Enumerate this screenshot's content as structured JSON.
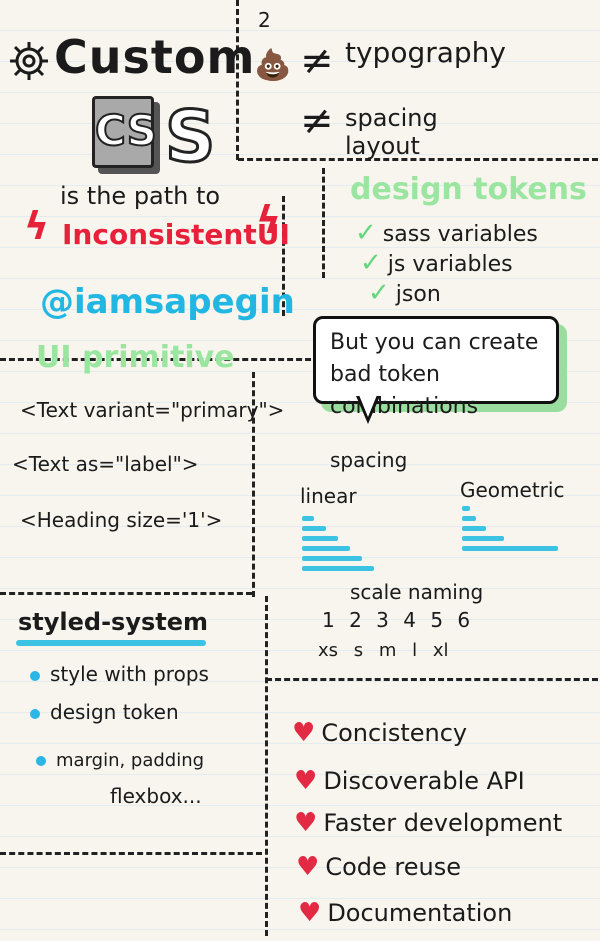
{
  "header": {
    "title": "Custom",
    "css_box_text": "CS",
    "css_s_text": "S",
    "subtitle": "is the path to",
    "inconsistent": "InconsistentUI",
    "handle": "@iamsapegin"
  },
  "page_number": "2",
  "right_top": {
    "item1": "typography",
    "item2": "spacing layout"
  },
  "design_tokens": {
    "title": "design tokens",
    "items": [
      "sass variables",
      "js variables",
      "json"
    ]
  },
  "bubble": {
    "text": "But you can create bad token combinations"
  },
  "primitive": {
    "title": "UI primitive",
    "lines": [
      "<Text variant=\"primary\">",
      "<Text as=\"label\">",
      "<Heading size='1'>"
    ]
  },
  "spacing": {
    "title": "spacing",
    "linear_label": "linear",
    "geometric_label": "Geometric",
    "scale_label": "scale naming",
    "scale_numbers": "1 2 3 4 5 6",
    "scale_sizes": "xs s m l xl"
  },
  "styled_system": {
    "title": "styled-system",
    "items": [
      "style with props",
      "design token",
      "margin, padding",
      "flexbox..."
    ]
  },
  "benefits": {
    "items": [
      "Concistency",
      "Discoverable API",
      "Faster development",
      "Code reuse",
      "Documentation"
    ]
  },
  "colors": {
    "red": "#e8213b",
    "blue": "#22b7e3",
    "green": "#9ae6a0",
    "ink": "#1b1b1b"
  }
}
